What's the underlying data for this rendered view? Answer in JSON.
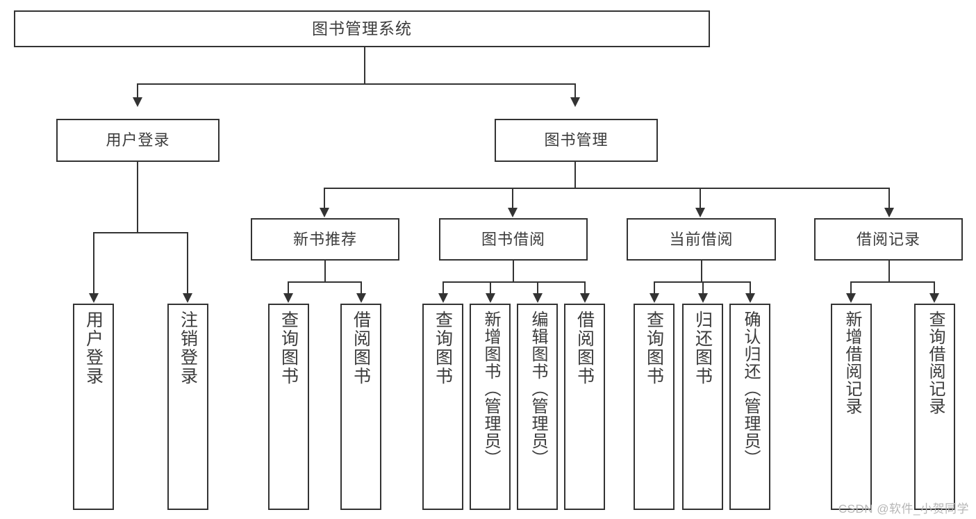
{
  "diagram": {
    "title": "图书管理系统",
    "type": "tree-hierarchy-diagram",
    "watermark": "CSDN @软件_小贺同学",
    "colors": {
      "stroke": "#333333",
      "text": "#3b3b3b",
      "background": "#ffffff",
      "watermark": "#b6b6b6"
    },
    "root": {
      "label": "图书管理系统"
    },
    "level1": [
      {
        "label": "用户登录"
      },
      {
        "label": "图书管理"
      }
    ],
    "level2": [
      {
        "label": "新书推荐"
      },
      {
        "label": "图书借阅"
      },
      {
        "label": "当前借阅"
      },
      {
        "label": "借阅记录"
      }
    ],
    "leaves_user_login": [
      {
        "label": "用户登录"
      },
      {
        "label": "注销登录"
      }
    ],
    "leaves_new_book": [
      {
        "label": "查询图书"
      },
      {
        "label": "借阅图书"
      }
    ],
    "leaves_borrow": [
      {
        "label": "查询图书"
      },
      {
        "label": "新增图书（管理员）"
      },
      {
        "label": "编辑图书（管理员）"
      },
      {
        "label": "借阅图书"
      }
    ],
    "leaves_current": [
      {
        "label": "查询图书"
      },
      {
        "label": "归还图书"
      },
      {
        "label": "确认归还（管理员）"
      }
    ],
    "leaves_record": [
      {
        "label": "新增借阅记录"
      },
      {
        "label": "查询借阅记录"
      }
    ]
  }
}
